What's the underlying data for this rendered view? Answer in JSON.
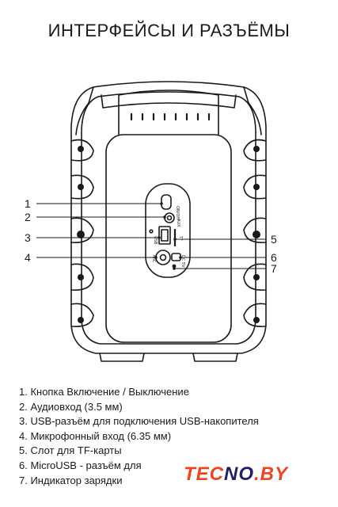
{
  "title": "ИНТЕРФЕЙСЫ И РАЗЪЁМЫ",
  "callouts": [
    "1",
    "2",
    "3",
    "4",
    "5",
    "6",
    "7"
  ],
  "panel_labels": {
    "power": "ON/OFF",
    "audio": "AUX",
    "usb": "USB",
    "tf": "TF",
    "mic": "MIC",
    "microusb": "DC 5V"
  },
  "legend": [
    "1. Кнопка Включение / Выключение",
    "2. Аудиовход (3.5 мм)",
    "3. USB-разъём для подключения USB-накопителя",
    "4. Микрофонный вход (6.35 мм)",
    "5. Слот для TF-карты",
    "6. MicroUSB - разъём для",
    "7. Индикатор зарядки"
  ],
  "brand": {
    "part1": "TEC",
    "accent": "NO",
    "part2": ".BY"
  },
  "colors": {
    "brand": "#f0441e",
    "brand_accent": "#1f1f6e",
    "line": "#1a1a1a"
  }
}
